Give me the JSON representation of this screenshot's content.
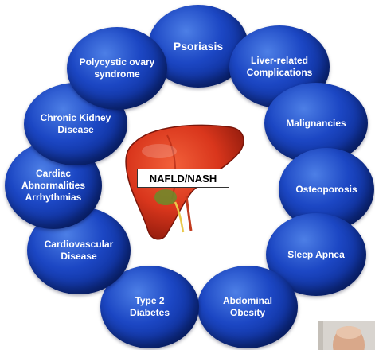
{
  "center": {
    "label": "NAFLD/NASH"
  },
  "conditions": {
    "psoriasis": "Psoriasis",
    "liver": "Liver-related\nComplications",
    "malignancies": "Malignancies",
    "osteoporosis": "Osteoporosis",
    "sleep_apnea": "Sleep Apnea",
    "abdominal_obesity": "Abdominal\nObesity",
    "type2_diabetes": "Type 2\nDiabetes",
    "cardiovascular": "Cardiovascular\nDisease",
    "cardiac": "Cardiac\nAbnormalities\nArrhythmias",
    "ckd": "Chronic Kidney\nDisease",
    "pcos": "Polycystic ovary\nsyndrome"
  },
  "colors": {
    "bubble": "#1c47c4",
    "liver": "#d9361c"
  },
  "icons": {
    "center": "liver-illustration",
    "corner": "presenter-avatar"
  }
}
